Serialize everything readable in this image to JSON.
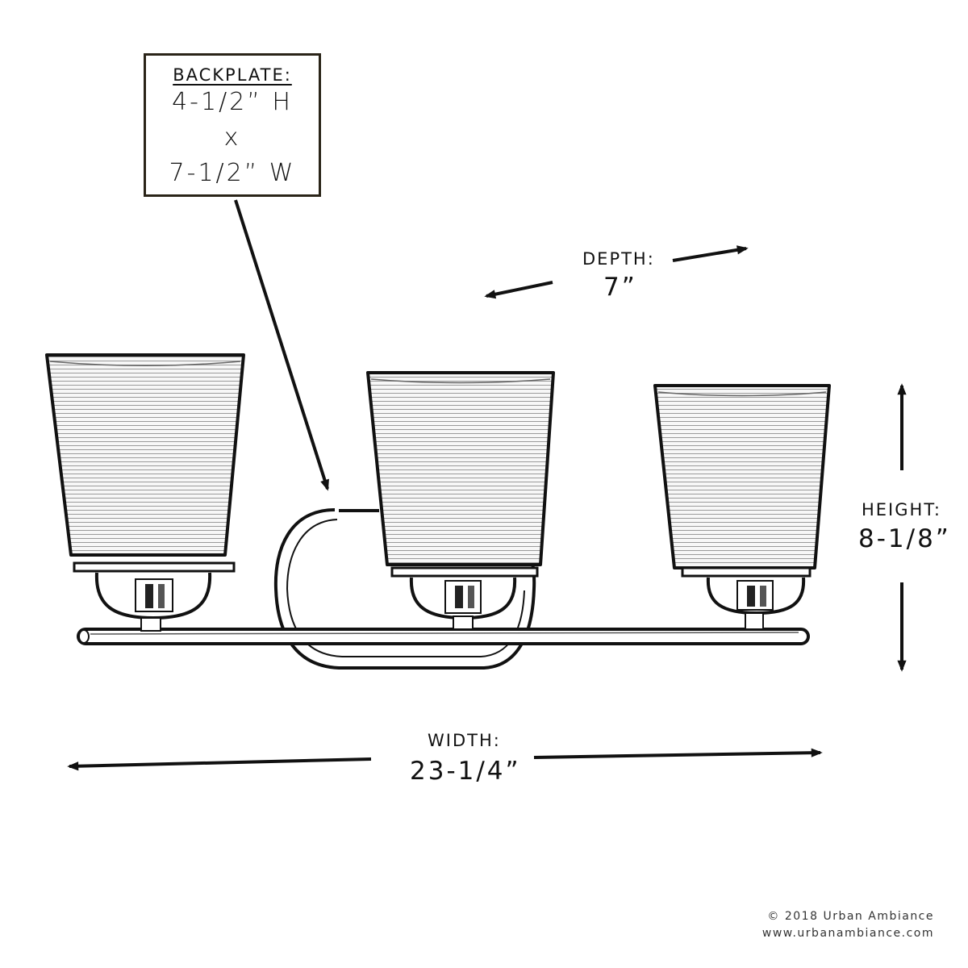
{
  "backplate": {
    "title": "BACKPLATE:",
    "height": "4-1/2” H",
    "times": "x",
    "width": "7-1/2” W"
  },
  "depth": {
    "label": "DEPTH:",
    "value": "7”"
  },
  "height": {
    "label": "HEIGHT:",
    "value": "8-1/8”"
  },
  "width": {
    "label": "WIDTH:",
    "value": "23-1/4”"
  },
  "credit": {
    "copyright": "© 2018 Urban Ambiance",
    "website": "www.urbanambiance.com"
  },
  "colors": {
    "ink": "#111111",
    "box_border": "#2a2418",
    "glass": "#f4f4f4"
  }
}
